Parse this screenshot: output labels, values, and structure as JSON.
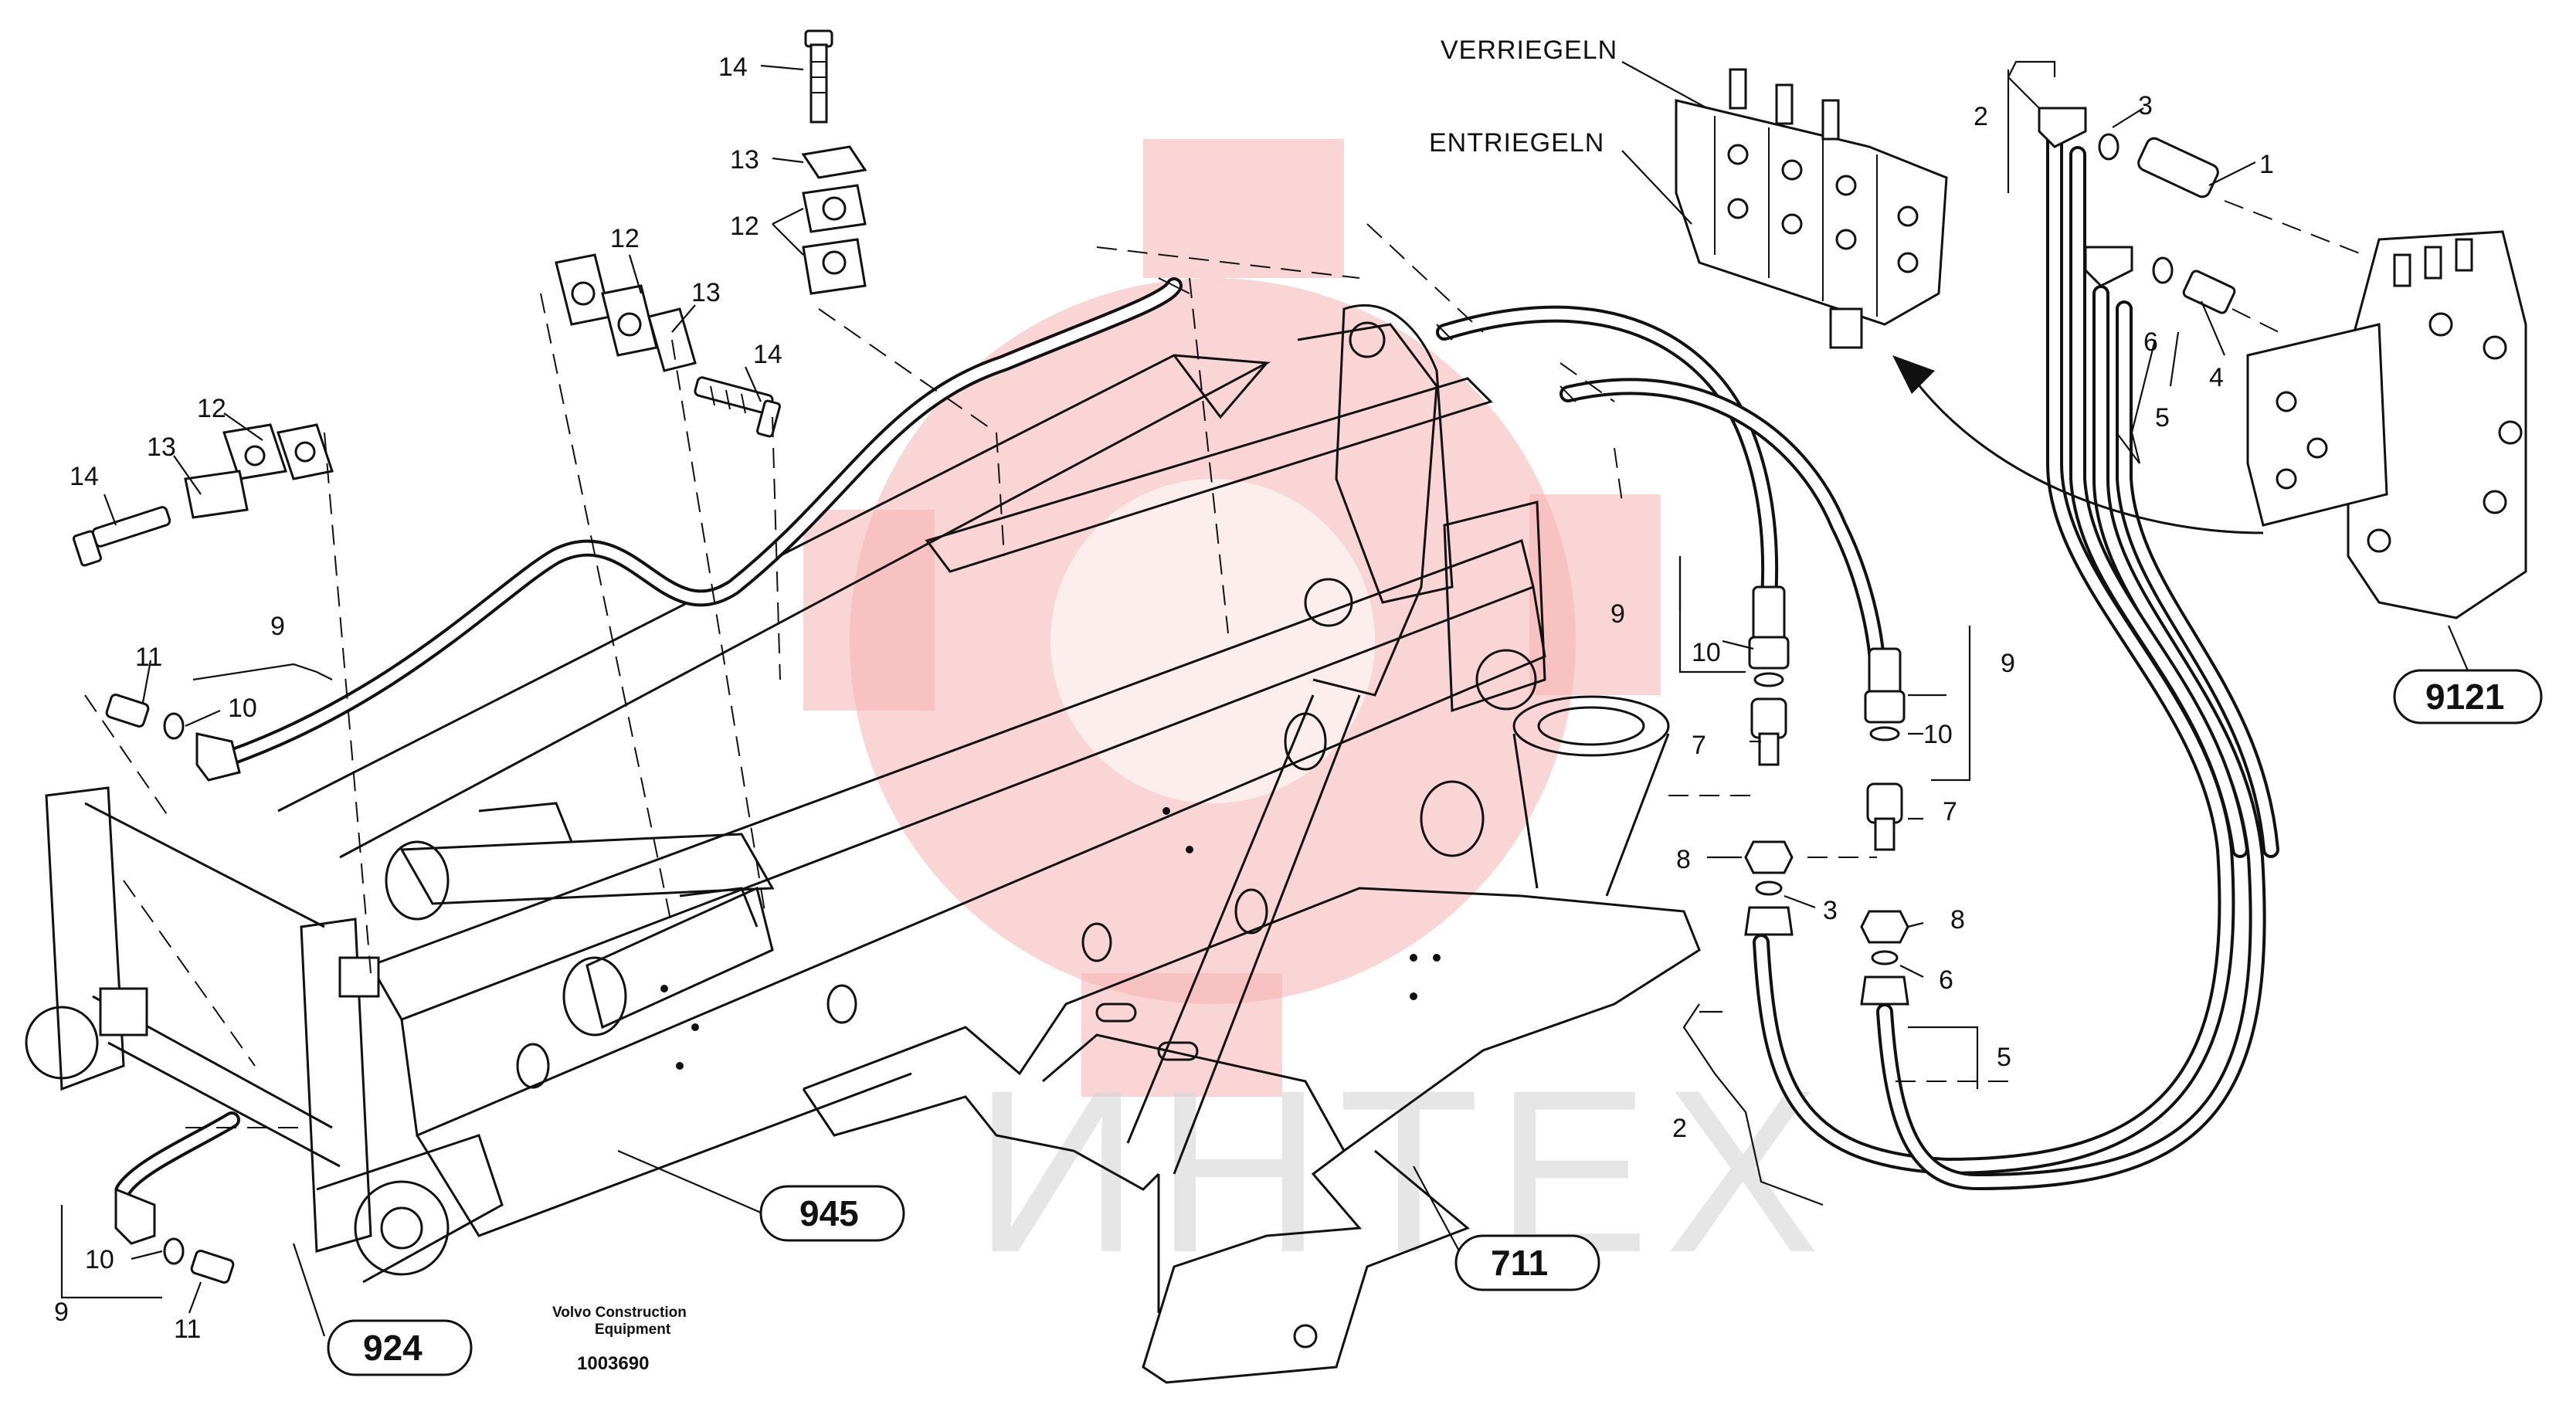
{
  "labels": {
    "lock": "VERRIEGELN",
    "unlock": "ENTRIEGELN"
  },
  "callouts": {
    "c1": "1",
    "c2a": "2",
    "c2b": "2",
    "c3a": "3",
    "c3b": "3",
    "c4": "4",
    "c5a": "5",
    "c5b": "5",
    "c6a": "6",
    "c6b": "6",
    "c7a": "7",
    "c7b": "7",
    "c8a": "8",
    "c8b": "8",
    "c9a": "9",
    "c9b": "9",
    "c9c": "9",
    "c9d": "9",
    "c10a": "10",
    "c10b": "10",
    "c10c": "10",
    "c10d": "10",
    "c11a": "11",
    "c11b": "11",
    "c12a": "12",
    "c12b": "12",
    "c12c": "12",
    "c13a": "13",
    "c13b": "13",
    "c13c": "13",
    "c14a": "14",
    "c14b": "14",
    "c14c": "14"
  },
  "references": {
    "r9121": "9121",
    "r945": "945",
    "r711": "711",
    "r924": "924"
  },
  "footer": {
    "maker_line1": "Volvo Construction",
    "maker_line2": "Equipment",
    "drawing_number": "1003690"
  },
  "watermark": {
    "text": "ИНТЕХ"
  }
}
